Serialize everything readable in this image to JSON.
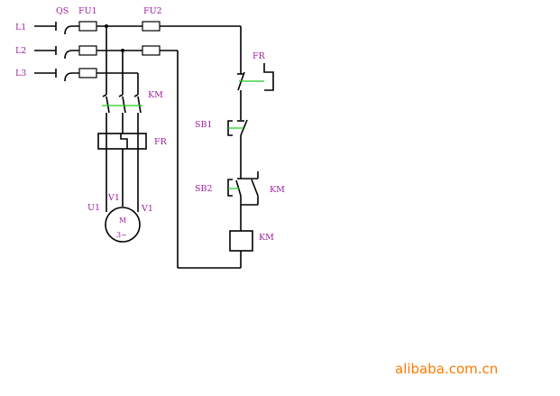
{
  "labels": {
    "l1": "L1",
    "l2": "L2",
    "l3": "L3",
    "qs": "QS",
    "fu1": "FU1",
    "fu2": "FU2",
    "km_main": "KM",
    "fr_main": "FR",
    "fr_ctrl": "FR",
    "sb1": "SB1",
    "sb2": "SB2",
    "km_aux": "KM",
    "km_coil": "KM",
    "u1": "U1",
    "v1_left": "V1",
    "v1_right": "V1",
    "motor_m": "M",
    "motor_phase": "3~"
  },
  "watermark": "alibaba.com.cn",
  "colors": {
    "wire": "#000000",
    "label": "#a020a0",
    "linkage": "#22cc22",
    "watermark": "#ff7a00"
  }
}
